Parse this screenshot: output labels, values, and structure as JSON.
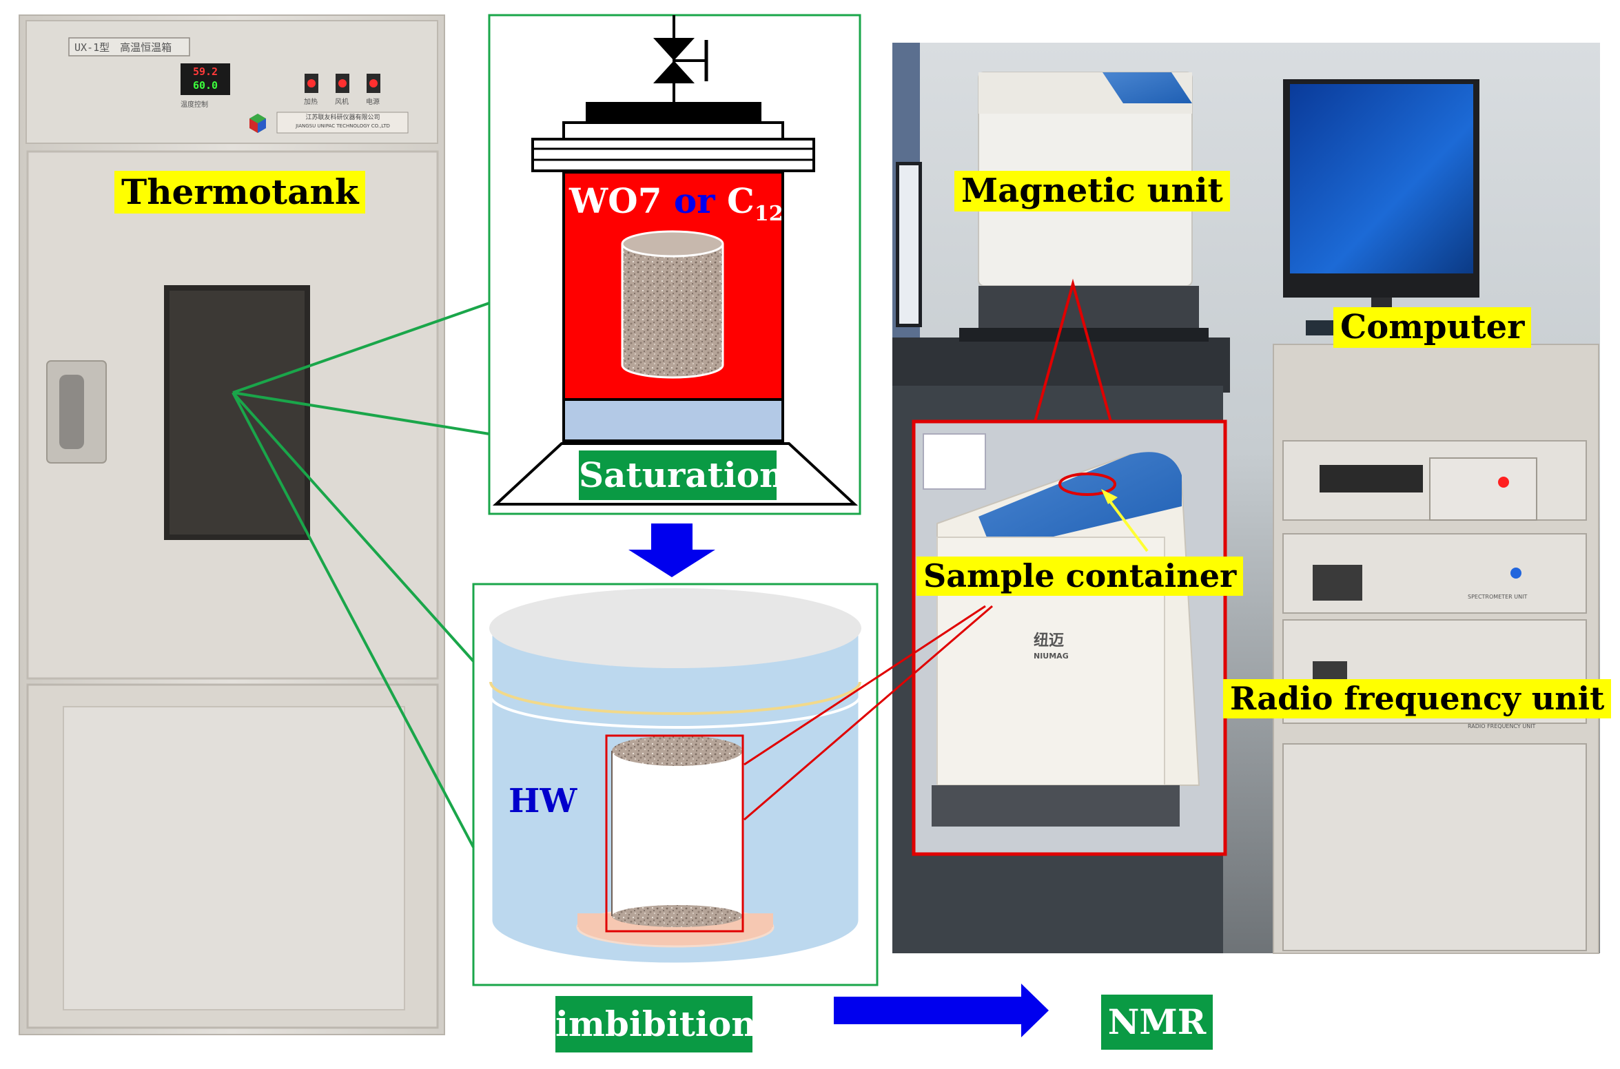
{
  "labels": {
    "thermotank": "Thermotank",
    "saturation": "Saturation",
    "imbibition": "imbibition",
    "nmr": "NMR",
    "magnetic_unit": "Magnetic unit",
    "computer": "Computer",
    "sample_container": "Sample container",
    "radio_frequency_unit": "Radio frequency unit",
    "fluid_wo7": "WO7",
    "fluid_or": "or",
    "fluid_c": "C",
    "fluid_c_sub": "12",
    "hw": "HW"
  },
  "device_text": {
    "oven_model": "UX-1型",
    "oven_name": "高温恒温箱",
    "oven_display_top": "59.2",
    "oven_display_bottom": "60.0",
    "oven_display_caption": "温度控制",
    "oven_btn_1": "加热",
    "oven_btn_2": "风机",
    "oven_btn_3": "电源",
    "oven_maker_cn": "江苏联友科研仪器有限公司",
    "oven_maker_en": "JIANGSU UNIPAC TECHNOLOGY CO.,LTD",
    "nmr_brand_cn": "纽迈",
    "nmr_brand_en": "NIUMAG",
    "rack_spectrometer": "SPECTROMETER UNIT",
    "rack_rf": "RADIO FREQUENCY UNIT"
  },
  "colors": {
    "highlight_yellow": "#ffff00",
    "badge_green": "#0a9a44",
    "connector_green": "#1aa64a",
    "arrow_blue": "#0000ee",
    "saturation_fluid_red": "#ff0000",
    "callout_red": "#e00000",
    "water_blue": "#bcd8ee"
  },
  "icons": [
    "down-arrow-icon",
    "right-arrow-icon",
    "valve-icon",
    "yellow-pointer-arrow"
  ]
}
